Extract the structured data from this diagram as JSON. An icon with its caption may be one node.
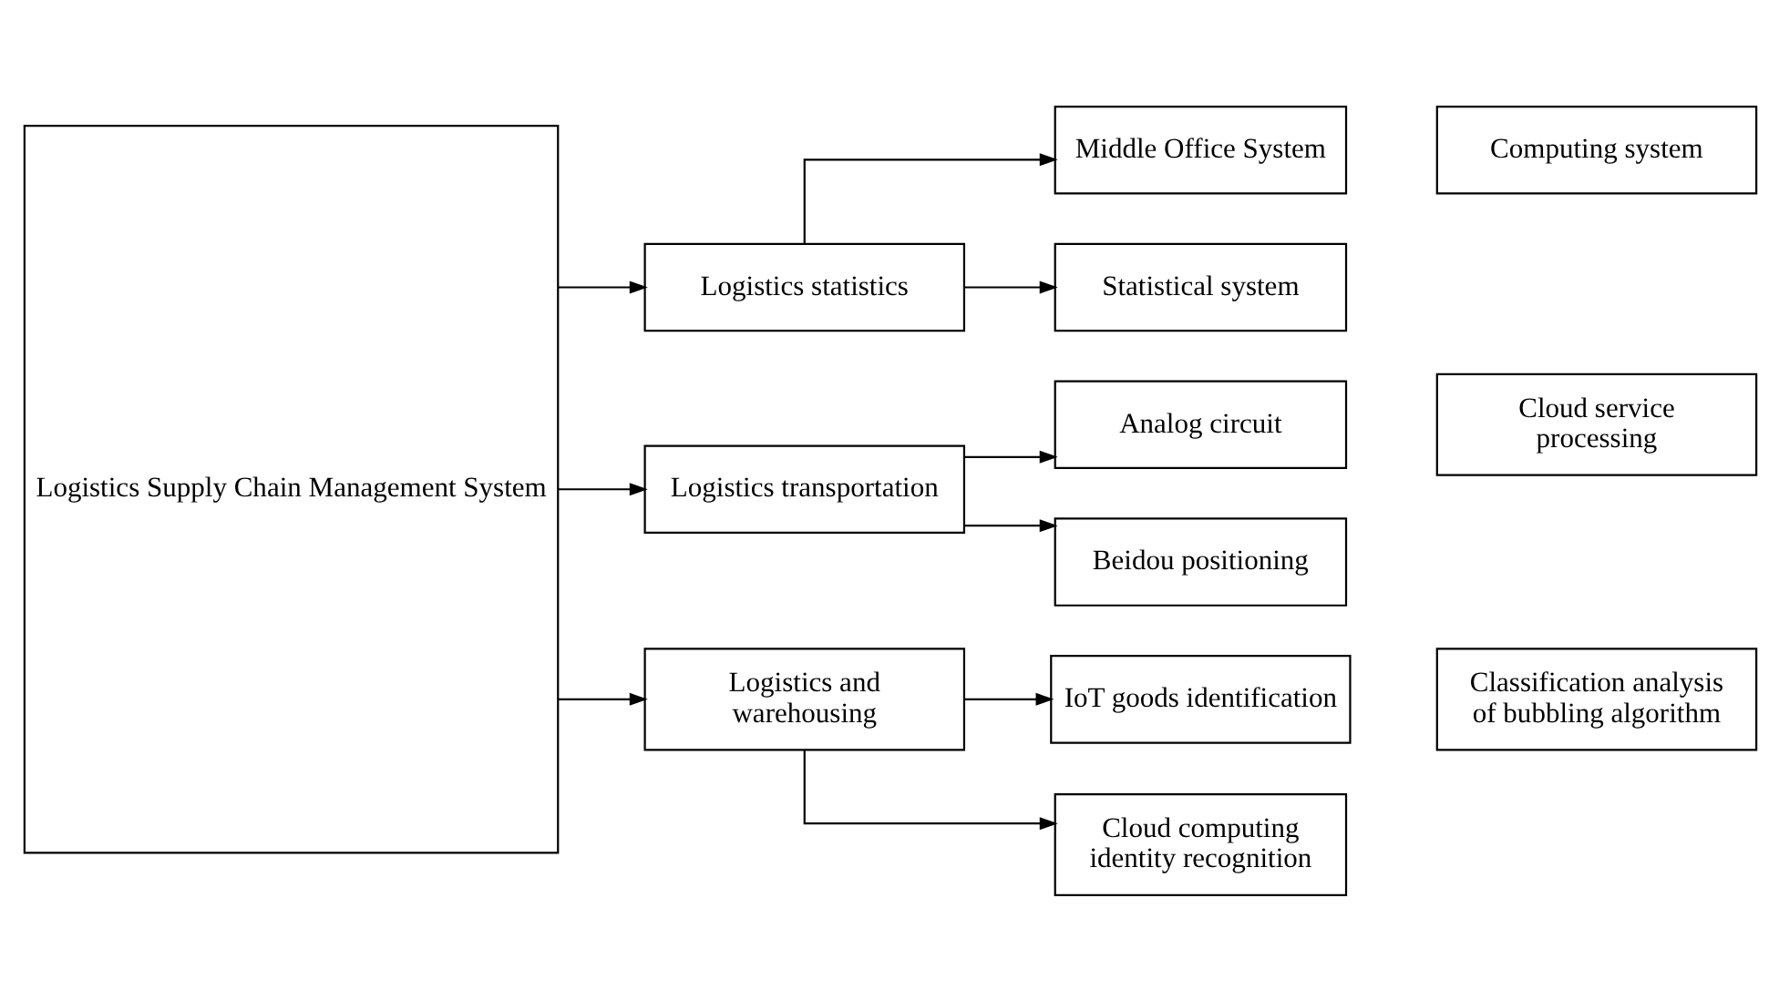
{
  "diagram": {
    "nodes": [
      {
        "text": [
          "Logistics Supply Chain Management System"
        ]
      },
      {
        "text": [
          "Logistics statistics"
        ]
      },
      {
        "text": [
          "Logistics transportation"
        ]
      },
      {
        "text": [
          "Logistics and warehousing"
        ]
      },
      {
        "text": [
          "Middle Office System"
        ]
      },
      {
        "text": [
          "Statistical system"
        ]
      },
      {
        "text": [
          "Analog circuit"
        ]
      },
      {
        "text": [
          "Beidou positioning"
        ]
      },
      {
        "text": [
          "IoT goods identification"
        ]
      },
      {
        "text": [
          "Cloud computing identity recognition"
        ]
      },
      {
        "text": [
          "Computing system"
        ]
      },
      {
        "text": [
          "Cloud service processing"
        ]
      },
      {
        "text": [
          "Classification analysis of bubbling algorithm"
        ]
      }
    ],
    "edges": [
      {
        "from": 0,
        "to": 1,
        "arrow": "to"
      },
      {
        "from": 0,
        "to": 2,
        "arrow": "to"
      },
      {
        "from": 0,
        "to": 3,
        "arrow": "to"
      },
      {
        "from": 1,
        "to": 4,
        "arrow": "to"
      },
      {
        "from": 1,
        "to": 5,
        "arrow": "to"
      },
      {
        "from": 2,
        "to": 6,
        "arrow": "to"
      },
      {
        "from": 2,
        "to": 7,
        "arrow": "to"
      },
      {
        "from": 3,
        "to": 8,
        "arrow": "to"
      },
      {
        "from": 3,
        "to": 9,
        "arrow": "to"
      }
    ]
  }
}
